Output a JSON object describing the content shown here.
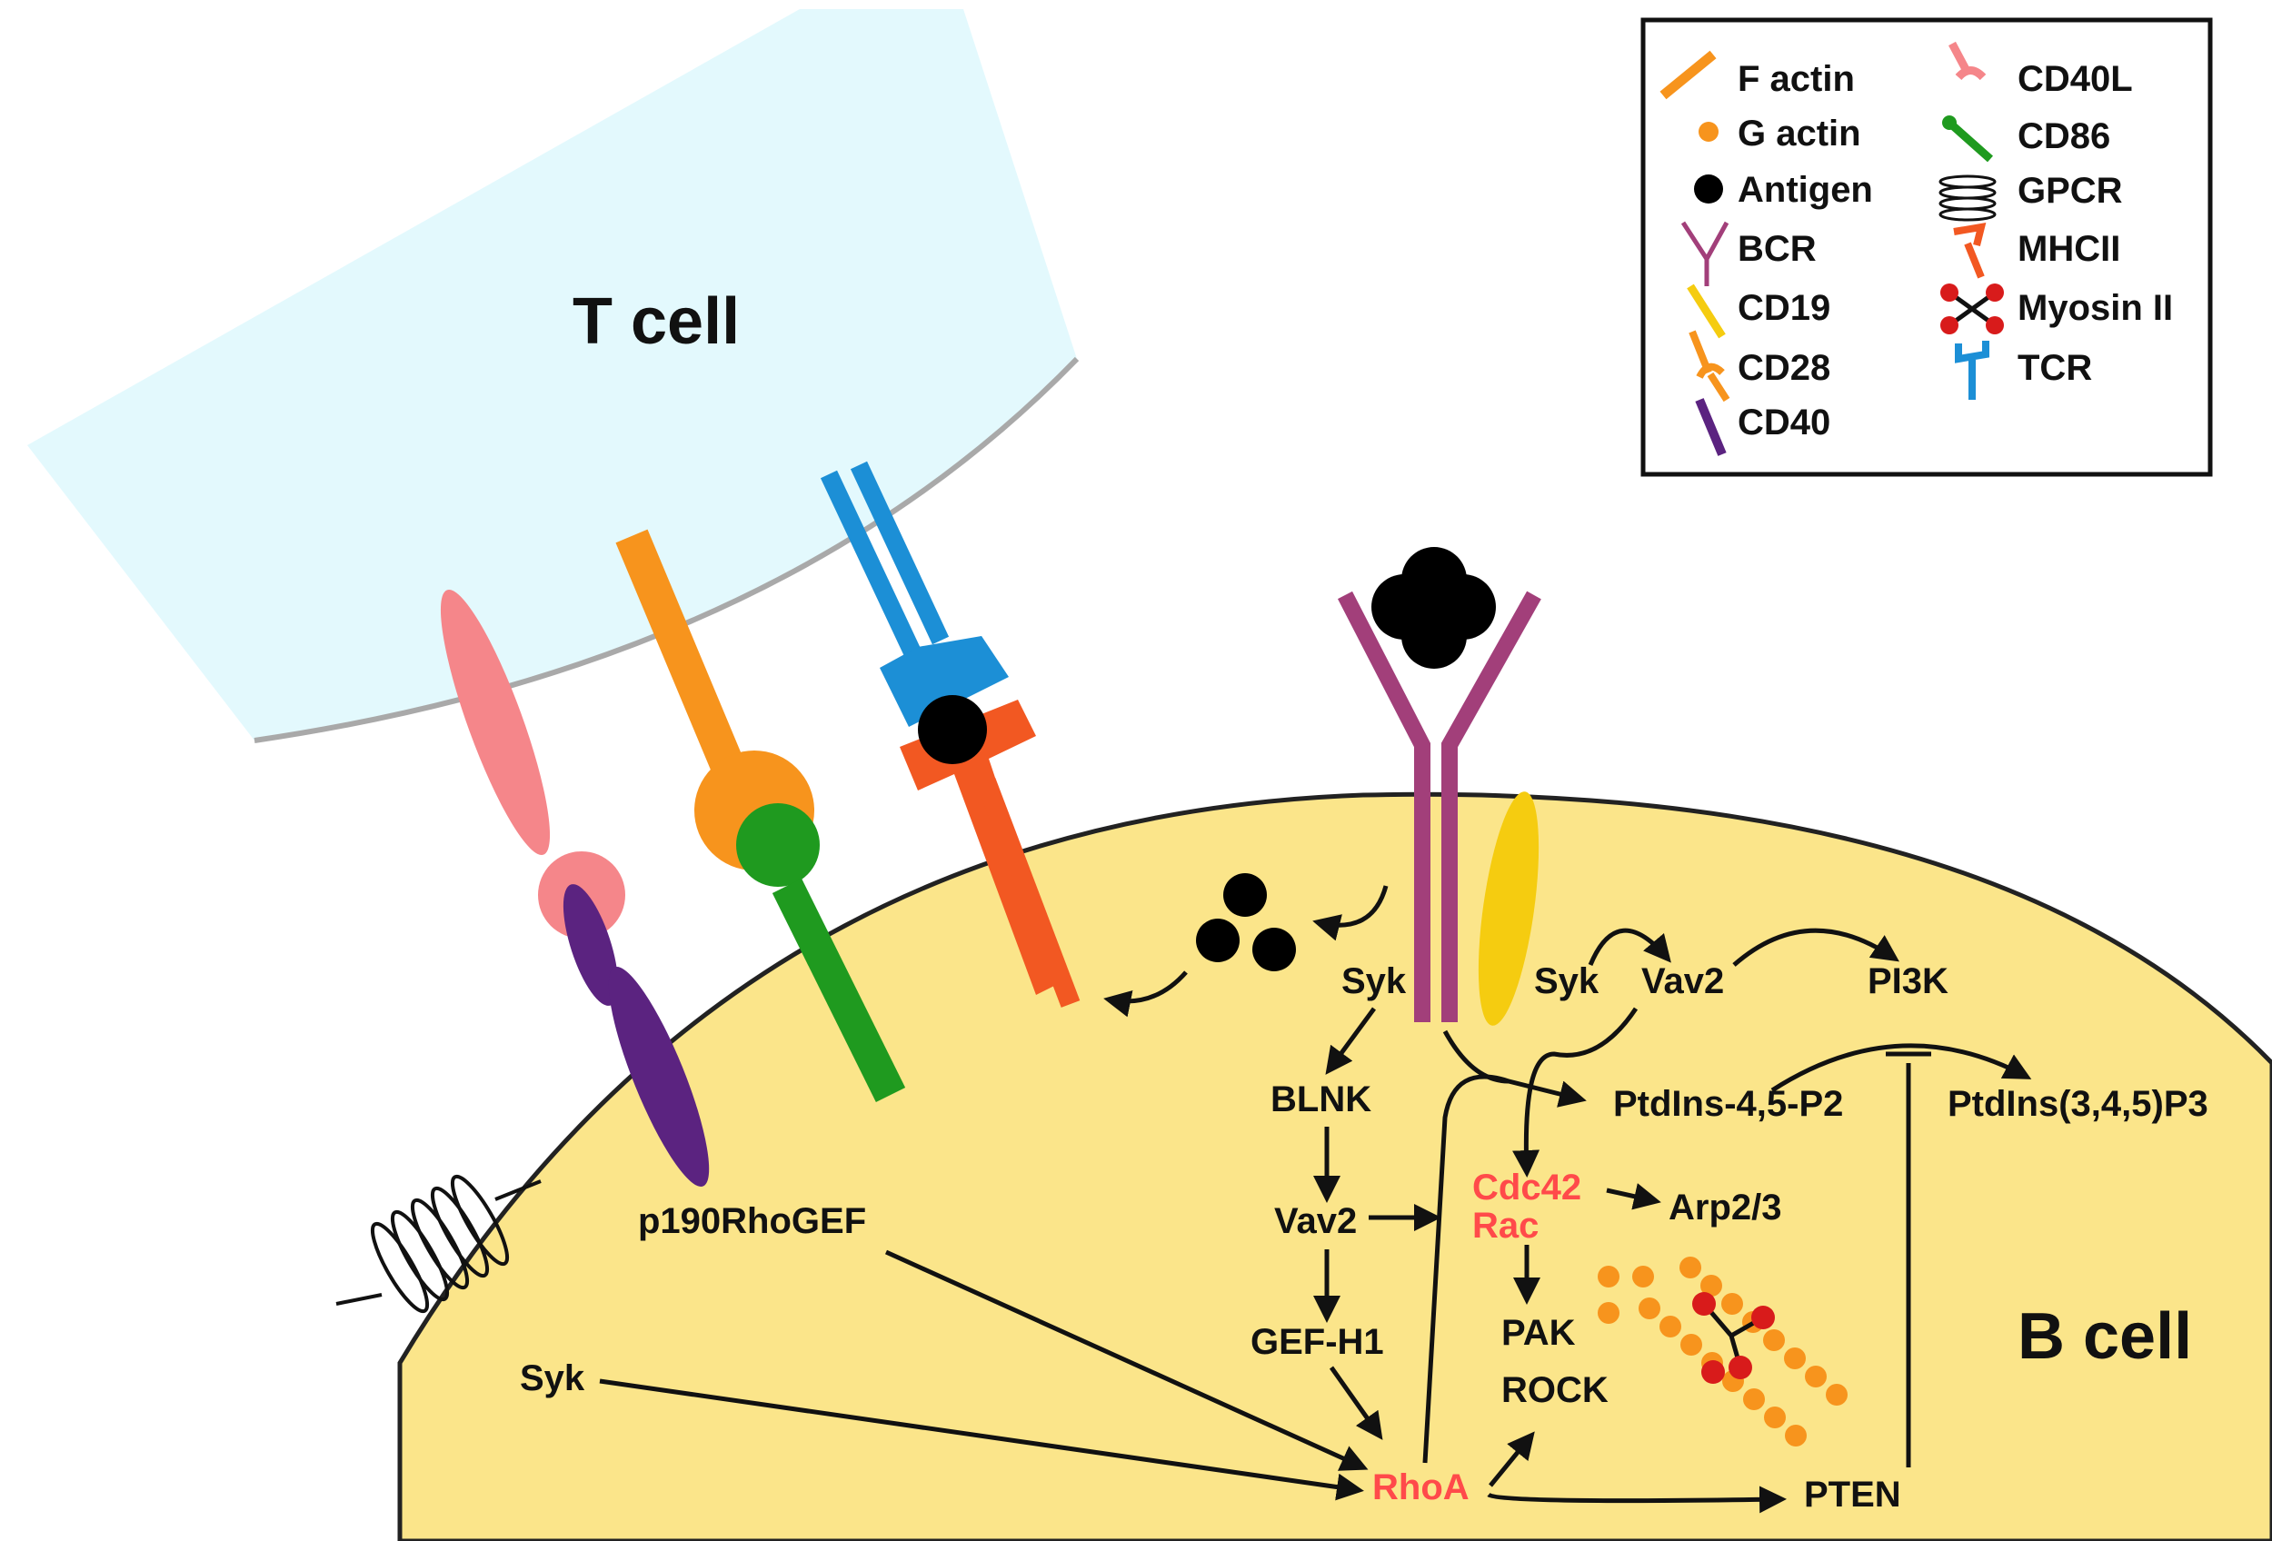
{
  "cells": {
    "t_cell": "T cell",
    "b_cell": "B cell"
  },
  "nodes": {
    "syk_bcr": "Syk",
    "syk_cd19": "Syk",
    "vav2_top": "Vav2",
    "pi3k": "PI3K",
    "blnk": "BLNK",
    "ptdins45p2": "PtdIns-4,5-P2",
    "ptdins345p3": "PtdIns(3,4,5)P3",
    "cdc42": "Cdc42",
    "rac": "Rac",
    "arp23": "Arp2/3",
    "vav2_mid": "Vav2",
    "p190rhogef": "p190RhoGEF",
    "gef_h1": "GEF-H1",
    "pak": "PAK",
    "rock": "ROCK",
    "syk_gpcr": "Syk",
    "rhoa": "RhoA",
    "pten": "PTEN"
  },
  "legend": {
    "left": [
      {
        "label": "F actin",
        "icon": "f-actin-icon"
      },
      {
        "label": "G actin",
        "icon": "g-actin-icon"
      },
      {
        "label": "Antigen",
        "icon": "antigen-icon"
      },
      {
        "label": "BCR",
        "icon": "bcr-icon"
      },
      {
        "label": "CD19",
        "icon": "cd19-icon"
      },
      {
        "label": "CD28",
        "icon": "cd28-icon"
      },
      {
        "label": "CD40",
        "icon": "cd40-icon"
      }
    ],
    "right": [
      {
        "label": "CD40L",
        "icon": "cd40l-icon"
      },
      {
        "label": "CD86",
        "icon": "cd86-icon"
      },
      {
        "label": "GPCR",
        "icon": "gpcr-icon"
      },
      {
        "label": "MHCII",
        "icon": "mhcii-icon"
      },
      {
        "label": "Myosin II",
        "icon": "myosin-ii-icon"
      },
      {
        "label": "TCR",
        "icon": "tcr-icon"
      }
    ]
  },
  "colors": {
    "t_cell_fill": "#e3f9fd",
    "b_cell_fill": "#fbe58a",
    "f_actin": "#f7941d",
    "g_actin": "#f7941d",
    "bcr": "#a23f7a",
    "cd19": "#f5cc10",
    "cd28": "#f7941d",
    "cd40": "#5b2380",
    "cd40l": "#f5868a",
    "cd86": "#1f9a1f",
    "mhcii": "#f25822",
    "tcr": "#1c8fd6",
    "myosin_head": "#d81b1b",
    "highlight_text": "#ff4a4a"
  }
}
